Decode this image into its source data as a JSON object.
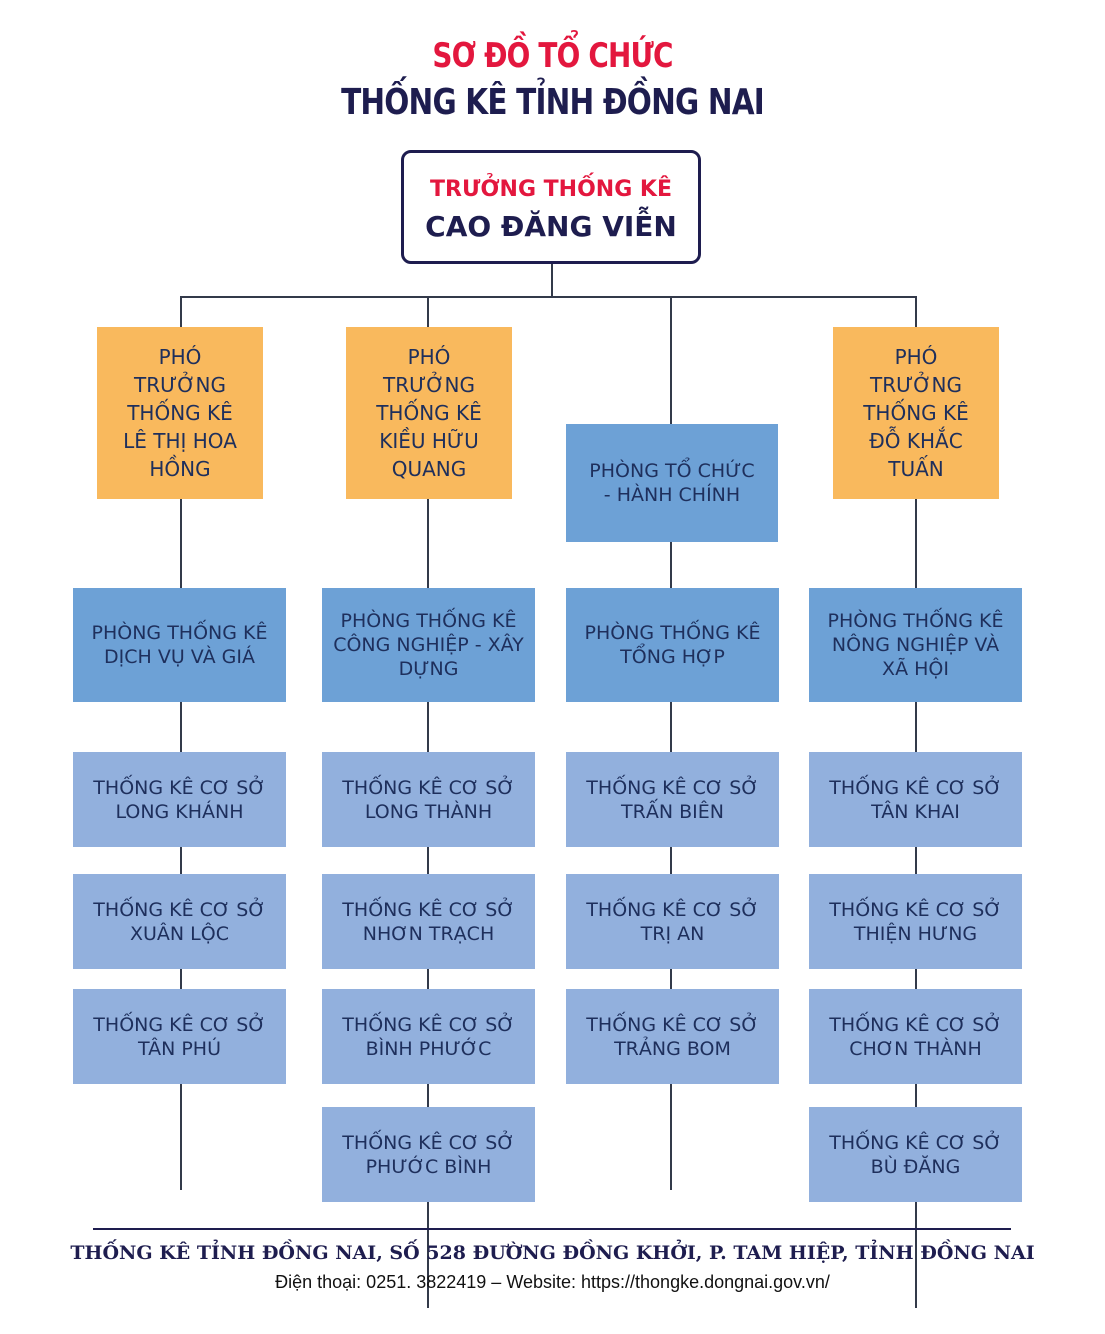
{
  "title": {
    "line1": "SƠ ĐỒ TỔ CHỨC",
    "line2": "THỐNG KÊ TỈNH ĐỒNG NAI"
  },
  "head": {
    "role": "TRƯỞNG THỐNG KÊ",
    "name": "CAO ĐĂNG VIỄN"
  },
  "deputies": [
    {
      "text": "PHÓ TRƯỞNG THỐNG KÊ LÊ THỊ HOA HỒNG"
    },
    {
      "text": "PHÓ TRƯỞNG THỐNG KÊ KIỀU HỮU QUANG"
    },
    {
      "text": "PHÓ TRƯỞNG THỐNG KÊ ĐỖ KHẮC TUẤN"
    }
  ],
  "admin_office": {
    "text": "PHÒNG TỔ CHỨC - HÀNH CHÍNH"
  },
  "departments": [
    {
      "text": "PHÒNG THỐNG KÊ DỊCH VỤ VÀ GIÁ"
    },
    {
      "text": "PHÒNG THỐNG KÊ CÔNG NGHIỆP - XÂY DỰNG"
    },
    {
      "text": "PHÒNG THỐNG KÊ TỔNG HỢP"
    },
    {
      "text": "PHÒNG THỐNG KÊ NÔNG NGHIỆP VÀ XÃ HỘI"
    }
  ],
  "bases": [
    [
      "THỐNG KÊ CƠ SỞ LONG KHÁNH",
      "THỐNG KÊ CƠ SỞ XUÂN LỘC",
      "THỐNG KÊ CƠ SỞ TÂN PHÚ"
    ],
    [
      "THỐNG KÊ CƠ SỞ LONG THÀNH",
      "THỐNG KÊ CƠ SỞ NHƠN TRẠCH",
      "THỐNG KÊ CƠ SỞ BÌNH PHƯỚC",
      "THỐNG KÊ CƠ SỞ PHƯỚC BÌNH"
    ],
    [
      "THỐNG KÊ CƠ SỞ TRẤN BIÊN",
      "THỐNG KÊ CƠ SỞ TRỊ AN",
      "THỐNG KÊ CƠ SỞ TRẢNG BOM"
    ],
    [
      "THỐNG KÊ CƠ SỞ TÂN KHAI",
      "THỐNG KÊ CƠ SỞ THIỆN HƯNG",
      "THỐNG KÊ CƠ SỞ CHƠN THÀNH",
      "THỐNG KÊ CƠ SỞ BÙ ĐĂNG"
    ]
  ],
  "footer": {
    "address": "THỐNG KÊ TỈNH ĐỒNG NAI, SỐ 528 ĐƯỜNG ĐỒNG KHỞI, P. TAM HIỆP, TỈNH ĐỒNG NAI",
    "contact": "Điện thoại: 0251. 3822419 – Website: https://thongke.dongnai.gov.vn/"
  }
}
